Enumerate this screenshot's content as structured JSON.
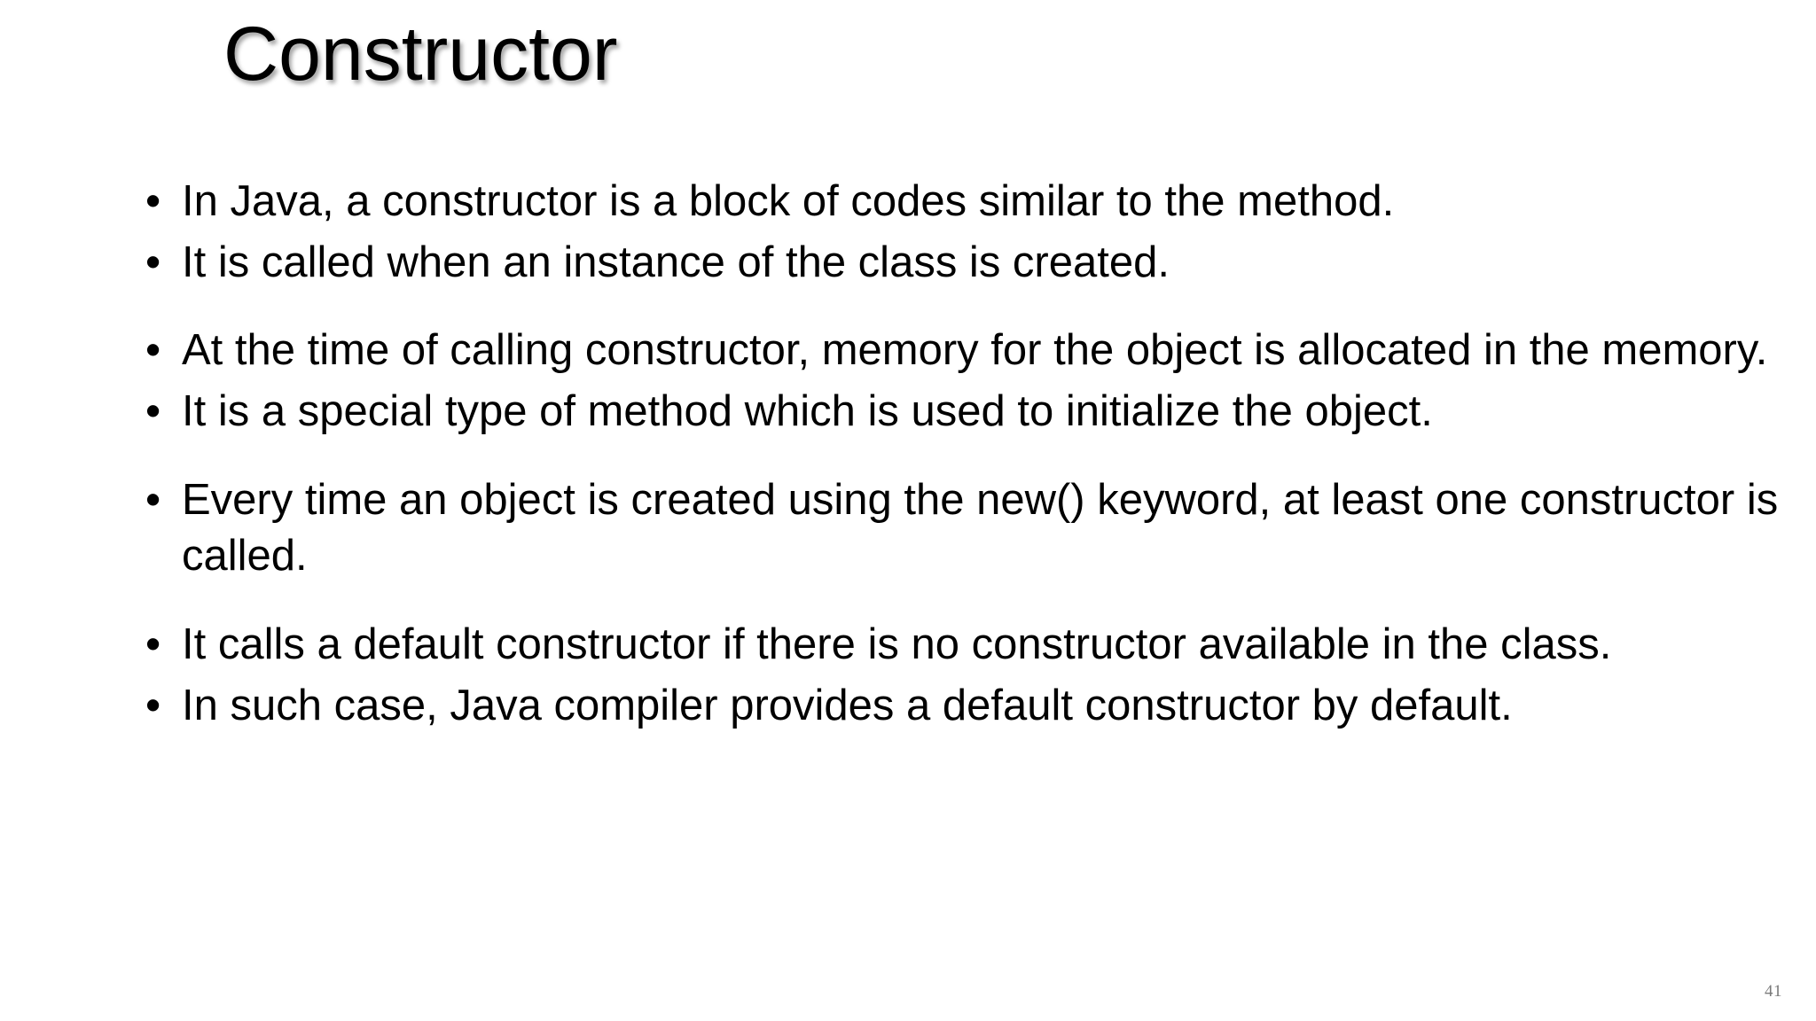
{
  "slide": {
    "title": "Constructor",
    "page_number": "41",
    "bullet_glyph": "•",
    "text_color": "#000000",
    "background_color": "#ffffff",
    "page_number_color": "#7a7a7a",
    "bullets": [
      {
        "text": "In Java, a constructor is a block of codes similar to the method.",
        "spacing": "none"
      },
      {
        "text": "It is called when an instance of the class is created.",
        "spacing": "small"
      },
      {
        "text": "At the time of calling constructor, memory for the object is allocated in the memory.",
        "spacing": "large"
      },
      {
        "text": "It is a special type of method which is used to initialize the object.",
        "spacing": "small"
      },
      {
        "text": "Every time an object is created using the new() keyword, at least one constructor is called.",
        "spacing": "large"
      },
      {
        "text": "It calls a default constructor if there is no constructor available in the class.",
        "spacing": "large"
      },
      {
        "text": "In such case, Java compiler provides a default constructor by default.",
        "spacing": "small"
      }
    ]
  }
}
